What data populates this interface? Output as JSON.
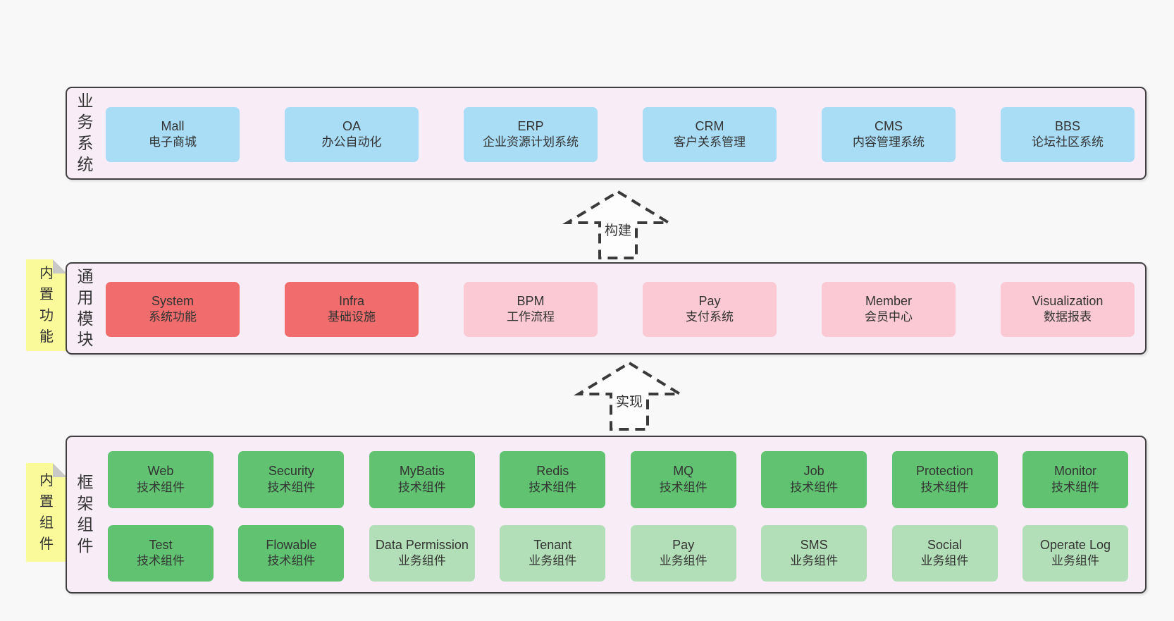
{
  "colors": {
    "page_bg": "#f8f8f8",
    "container_fill": "#f8edf6",
    "border": "#3f3f3f",
    "text": "#333333",
    "blue": "#a9dcf5",
    "red": "#f16c6c",
    "pink": "#fac9d3",
    "green_dark": "#61c371",
    "green_light": "#b3dfb8",
    "sticky": "#fafa9b",
    "sticky_fold": "#c8c8c8",
    "arrow_fill": "#fdfdfd",
    "arrow_stroke": "#3a3a3a"
  },
  "arrows": [
    {
      "label": "构建"
    },
    {
      "label": "实现"
    }
  ],
  "sections": {
    "business": {
      "label": "业务系统",
      "boxes": [
        {
          "name": "Mall",
          "desc": "电子商城"
        },
        {
          "name": "OA",
          "desc": "办公自动化"
        },
        {
          "name": "ERP",
          "desc": "企业资源计划系统"
        },
        {
          "name": "CRM",
          "desc": "客户关系管理"
        },
        {
          "name": "CMS",
          "desc": "内容管理系统"
        },
        {
          "name": "BBS",
          "desc": "论坛社区系统"
        }
      ]
    },
    "modules": {
      "label": "通用模块",
      "sticky": "内置功能",
      "boxes": [
        {
          "name": "System",
          "desc": "系统功能"
        },
        {
          "name": "Infra",
          "desc": "基础设施"
        },
        {
          "name": "BPM",
          "desc": "工作流程"
        },
        {
          "name": "Pay",
          "desc": "支付系统"
        },
        {
          "name": "Member",
          "desc": "会员中心"
        },
        {
          "name": "Visualization",
          "desc": "数据报表"
        }
      ]
    },
    "components": {
      "label": "框架组件",
      "sticky": "内置组件",
      "row1": [
        {
          "name": "Web",
          "desc": "技术组件"
        },
        {
          "name": "Security",
          "desc": "技术组件"
        },
        {
          "name": "MyBatis",
          "desc": "技术组件"
        },
        {
          "name": "Redis",
          "desc": "技术组件"
        },
        {
          "name": "MQ",
          "desc": "技术组件"
        },
        {
          "name": "Job",
          "desc": "技术组件"
        },
        {
          "name": "Protection",
          "desc": "技术组件"
        },
        {
          "name": "Monitor",
          "desc": "技术组件"
        }
      ],
      "row2": [
        {
          "name": "Test",
          "desc": "技术组件"
        },
        {
          "name": "Flowable",
          "desc": "技术组件"
        },
        {
          "name": "Data Permission",
          "desc": "业务组件"
        },
        {
          "name": "Tenant",
          "desc": "业务组件"
        },
        {
          "name": "Pay",
          "desc": "业务组件"
        },
        {
          "name": "SMS",
          "desc": "业务组件"
        },
        {
          "name": "Social",
          "desc": "业务组件"
        },
        {
          "name": "Operate Log",
          "desc": "业务组件"
        }
      ]
    }
  }
}
